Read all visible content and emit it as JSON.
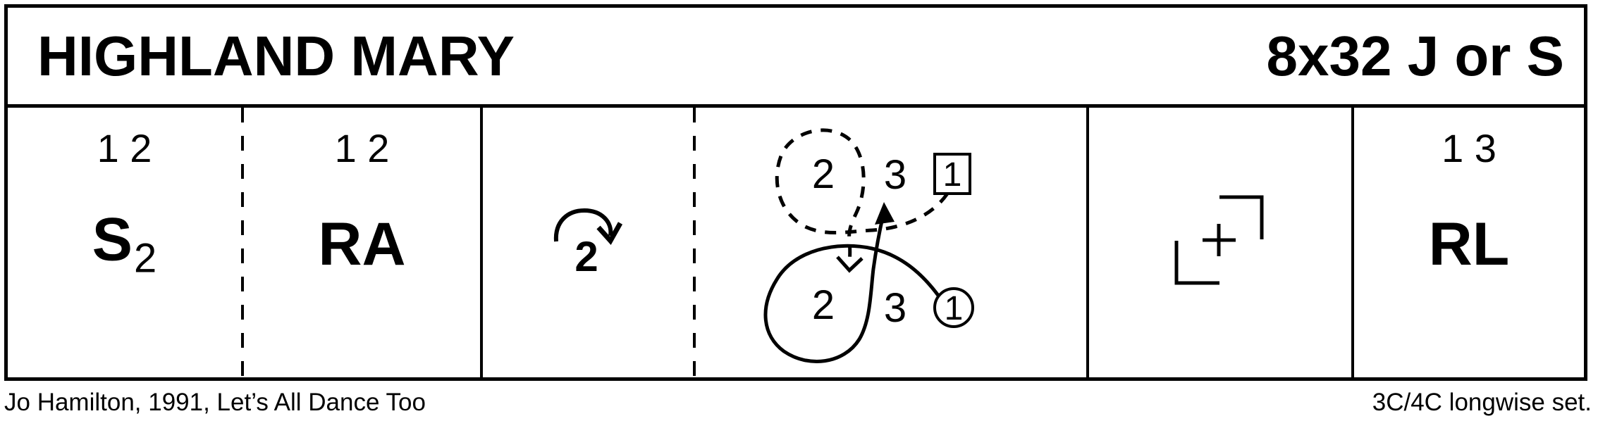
{
  "header": {
    "title": "HIGHLAND MARY",
    "type": "8x32 J or S"
  },
  "cells": {
    "bar1": {
      "couples": "1 2",
      "code": "S",
      "subscript": "2"
    },
    "bar2": {
      "couples": "1 2",
      "code": "RA"
    },
    "bar3": {
      "turn_count": "2"
    },
    "bar4": {
      "top_row": {
        "pos2": "2",
        "pos3": "3",
        "dancer": "1"
      },
      "bottom_row": {
        "pos2": "2",
        "pos3": "3",
        "dancer": "1"
      }
    },
    "bar6": {
      "couples": "1 3",
      "code": "RL"
    }
  },
  "icons": {
    "bar3": "clockwise-turn-arrow",
    "bar4_man_marker": "square-marker",
    "bar4_woman_marker": "circle-marker",
    "bar4_man_path": "dashed-track",
    "bar4_woman_path": "solid-track",
    "bar5": "poussette-symbol"
  },
  "footer": {
    "credit": "Jo Hamilton, 1991, Let’s All Dance Too",
    "set": "3C/4C longwise set."
  },
  "colors": {
    "ink": "#000000",
    "background": "#ffffff"
  }
}
